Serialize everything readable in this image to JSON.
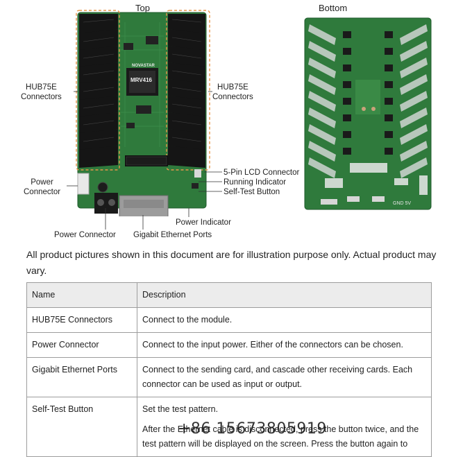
{
  "figure": {
    "top_title": "Top",
    "bottom_title": "Bottom",
    "board_logo": "NOVASTAR",
    "board_model": "MRV416",
    "labels": {
      "hub_left": "HUB75E\nConnectors",
      "hub_right": "HUB75E\nConnectors",
      "power_connector_left": "Power\nConnector",
      "lcd_connector": "5-Pin LCD Connector",
      "running_indicator": "Running Indicator",
      "self_test_button": "Self-Test Button",
      "power_indicator": "Power Indicator",
      "power_connector_bottom": "Power Connector",
      "ethernet_ports": "Gigabit Ethernet Ports"
    },
    "bottom_silkscreen": "GND 5V"
  },
  "note": "All product pictures shown in this document are for illustration purpose only. Actual product may vary.",
  "table": {
    "headers": [
      "Name",
      "Description"
    ],
    "rows": [
      {
        "name": "HUB75E Connectors",
        "desc": [
          "Connect to the module."
        ]
      },
      {
        "name": "Power Connector",
        "desc": [
          "Connect to the input power. Either of the connectors can be chosen."
        ]
      },
      {
        "name": "Gigabit Ethernet Ports",
        "desc": [
          "Connect to the sending card, and cascade other receiving cards. Each connector can be used as input or output."
        ]
      },
      {
        "name": "Self-Test Button",
        "desc": [
          "Set the test pattern.",
          "After the Ethernet cable is disconnected, press the button twice, and the test pattern will be displayed on the screen. Press the button again to"
        ]
      }
    ]
  },
  "watermark": "+86 15673805919",
  "colors": {
    "pcb_green": "#2f7a3c",
    "pcb_dark": "#1f5a2b",
    "connector_black": "#151515",
    "callout_orange": "#e8964a",
    "table_header_bg": "#ececec",
    "table_border": "#9c9c9c"
  }
}
